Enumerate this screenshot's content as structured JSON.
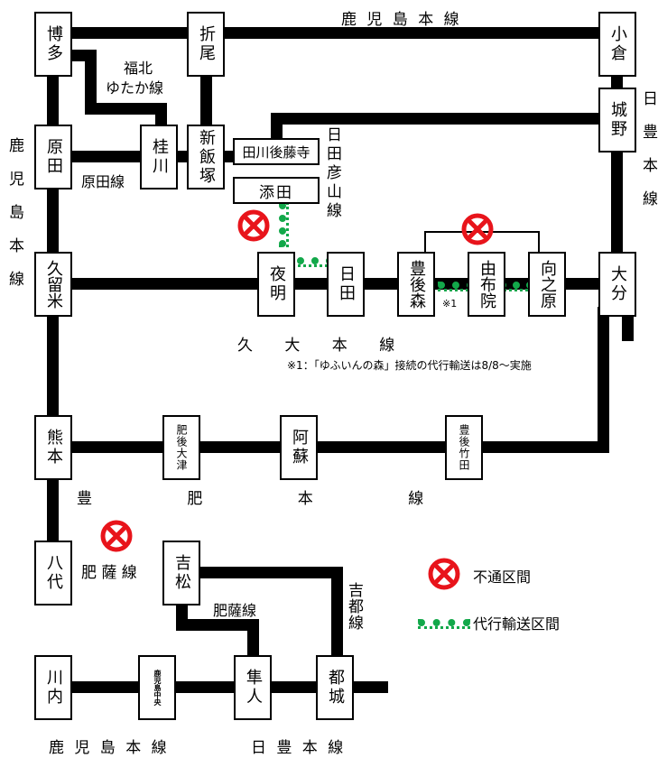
{
  "stations": {
    "hakata": "博多",
    "orio": "折尾",
    "kokura": "小倉",
    "harada": "原田",
    "keisen": "桂川",
    "shiniizuka": "新飯塚",
    "tagawagotoji": "田川後藤寺",
    "soeda": "添田",
    "jono": "城野",
    "kurume": "久留米",
    "yoake": "夜明",
    "hita": "日田",
    "bungomori": "豊後森",
    "yufuin": "由布院",
    "mukainoharu": "向之原",
    "oita": "大分",
    "kumamoto": "熊本",
    "higoozu": "肥後大津",
    "aso": "阿蘇",
    "bungotaketa": "豊後竹田",
    "yatsushiro": "八代",
    "yoshimatsu": "吉松",
    "sendai": "川内",
    "kagoshimachuo": "鹿児島中央",
    "hayato": "隼人",
    "miyakonojo": "都城"
  },
  "lines": {
    "kagoshima_top": "鹿 児 島 本 線",
    "fukuhoku_1": "福北",
    "fukuhoku_2": "ゆたか線",
    "harada": "原田線",
    "hitahikosan": "日田彦山線",
    "kagoshima_left": "鹿児島本線",
    "nippo_right": "日豊本線",
    "kyudai": "久 大 本 線",
    "note": "※1：「ゆふいんの森」接続の代行輸送は8/8～実施",
    "note_mark": "※1",
    "hohi": "豊 肥 本 線",
    "hisatsu": "肥 薩 線",
    "hisatsu2": "肥薩線",
    "kitto": "吉都線",
    "kagoshima_bottom": "鹿 児 島 本 線",
    "nippo_bottom": "日 豊 本 線"
  },
  "legend": {
    "suspended": "不通区間",
    "substitute": "代行輸送区間"
  },
  "colors": {
    "rail": "#000000",
    "suspended": "#e8141b",
    "substitute_bus": "#13a84a"
  }
}
